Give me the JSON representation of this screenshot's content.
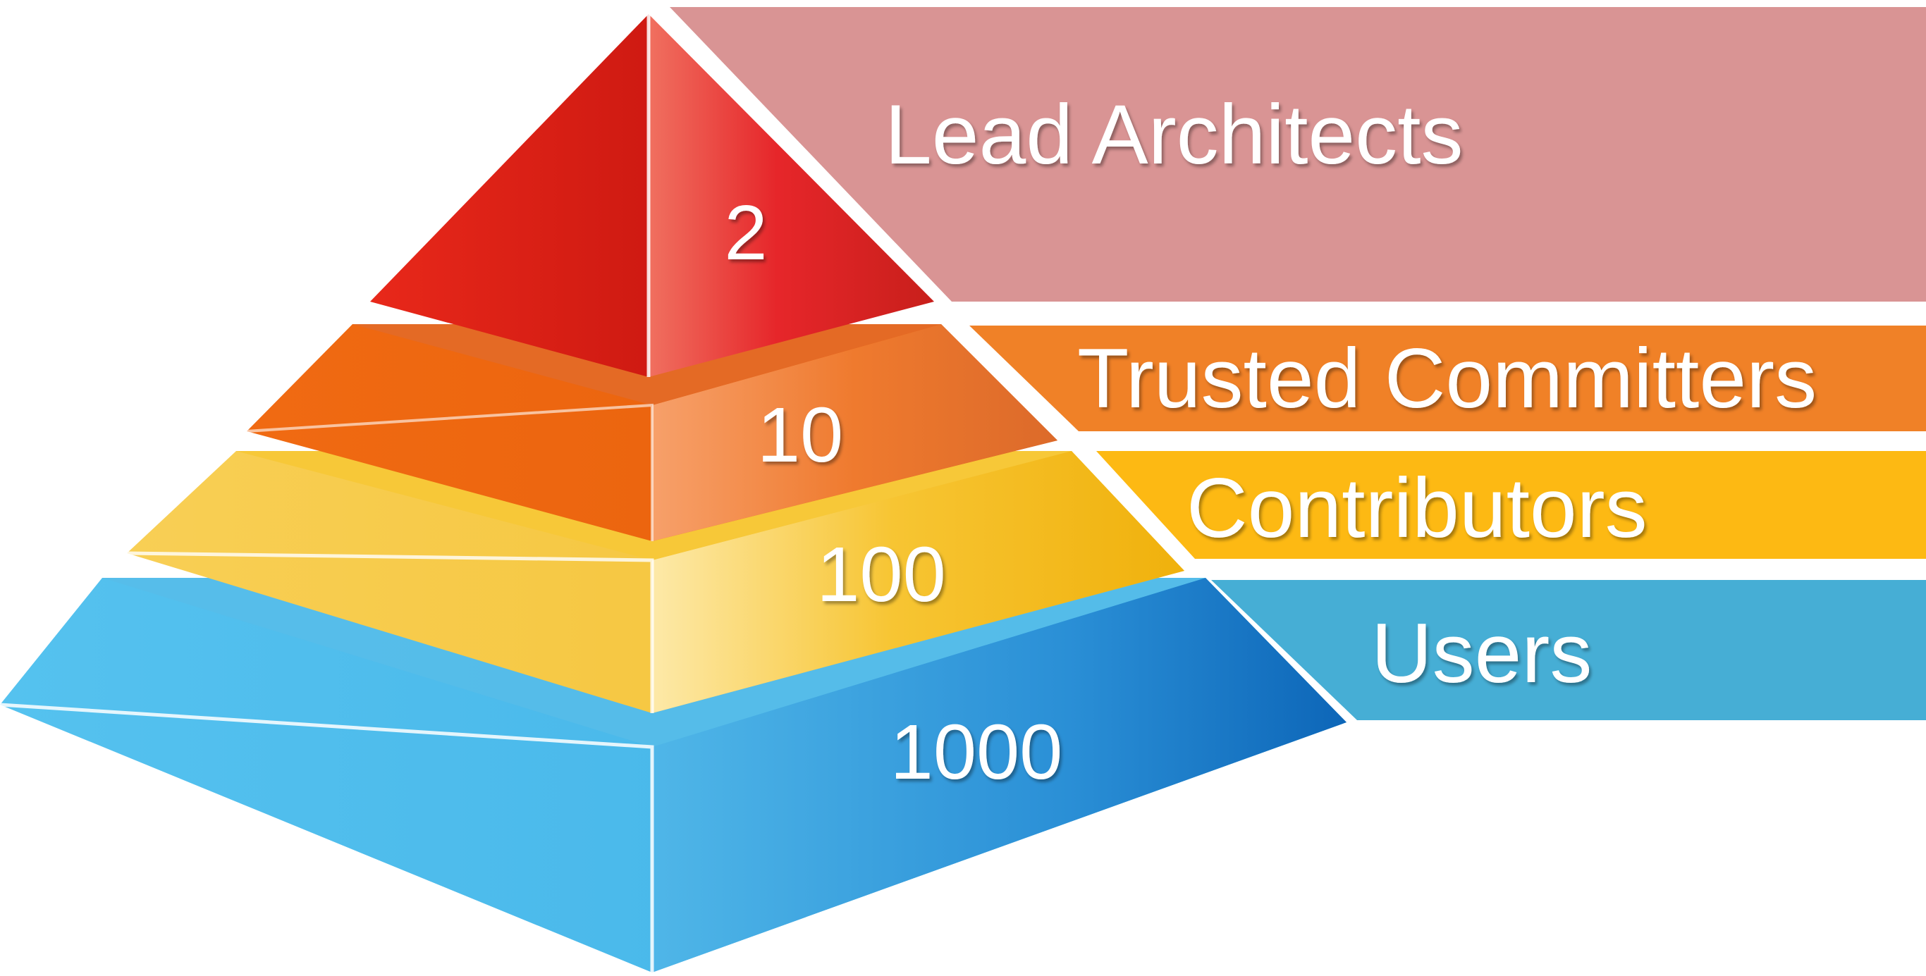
{
  "tiers": [
    {
      "label": "Lead Architects",
      "count": "2",
      "color": "#d99494"
    },
    {
      "label": "Trusted Committers",
      "count": "10",
      "color": "#f08127"
    },
    {
      "label": "Contributors",
      "count": "100",
      "color": "#fdb913"
    },
    {
      "label": "Users",
      "count": "1000",
      "color": "#46aed5"
    }
  ]
}
